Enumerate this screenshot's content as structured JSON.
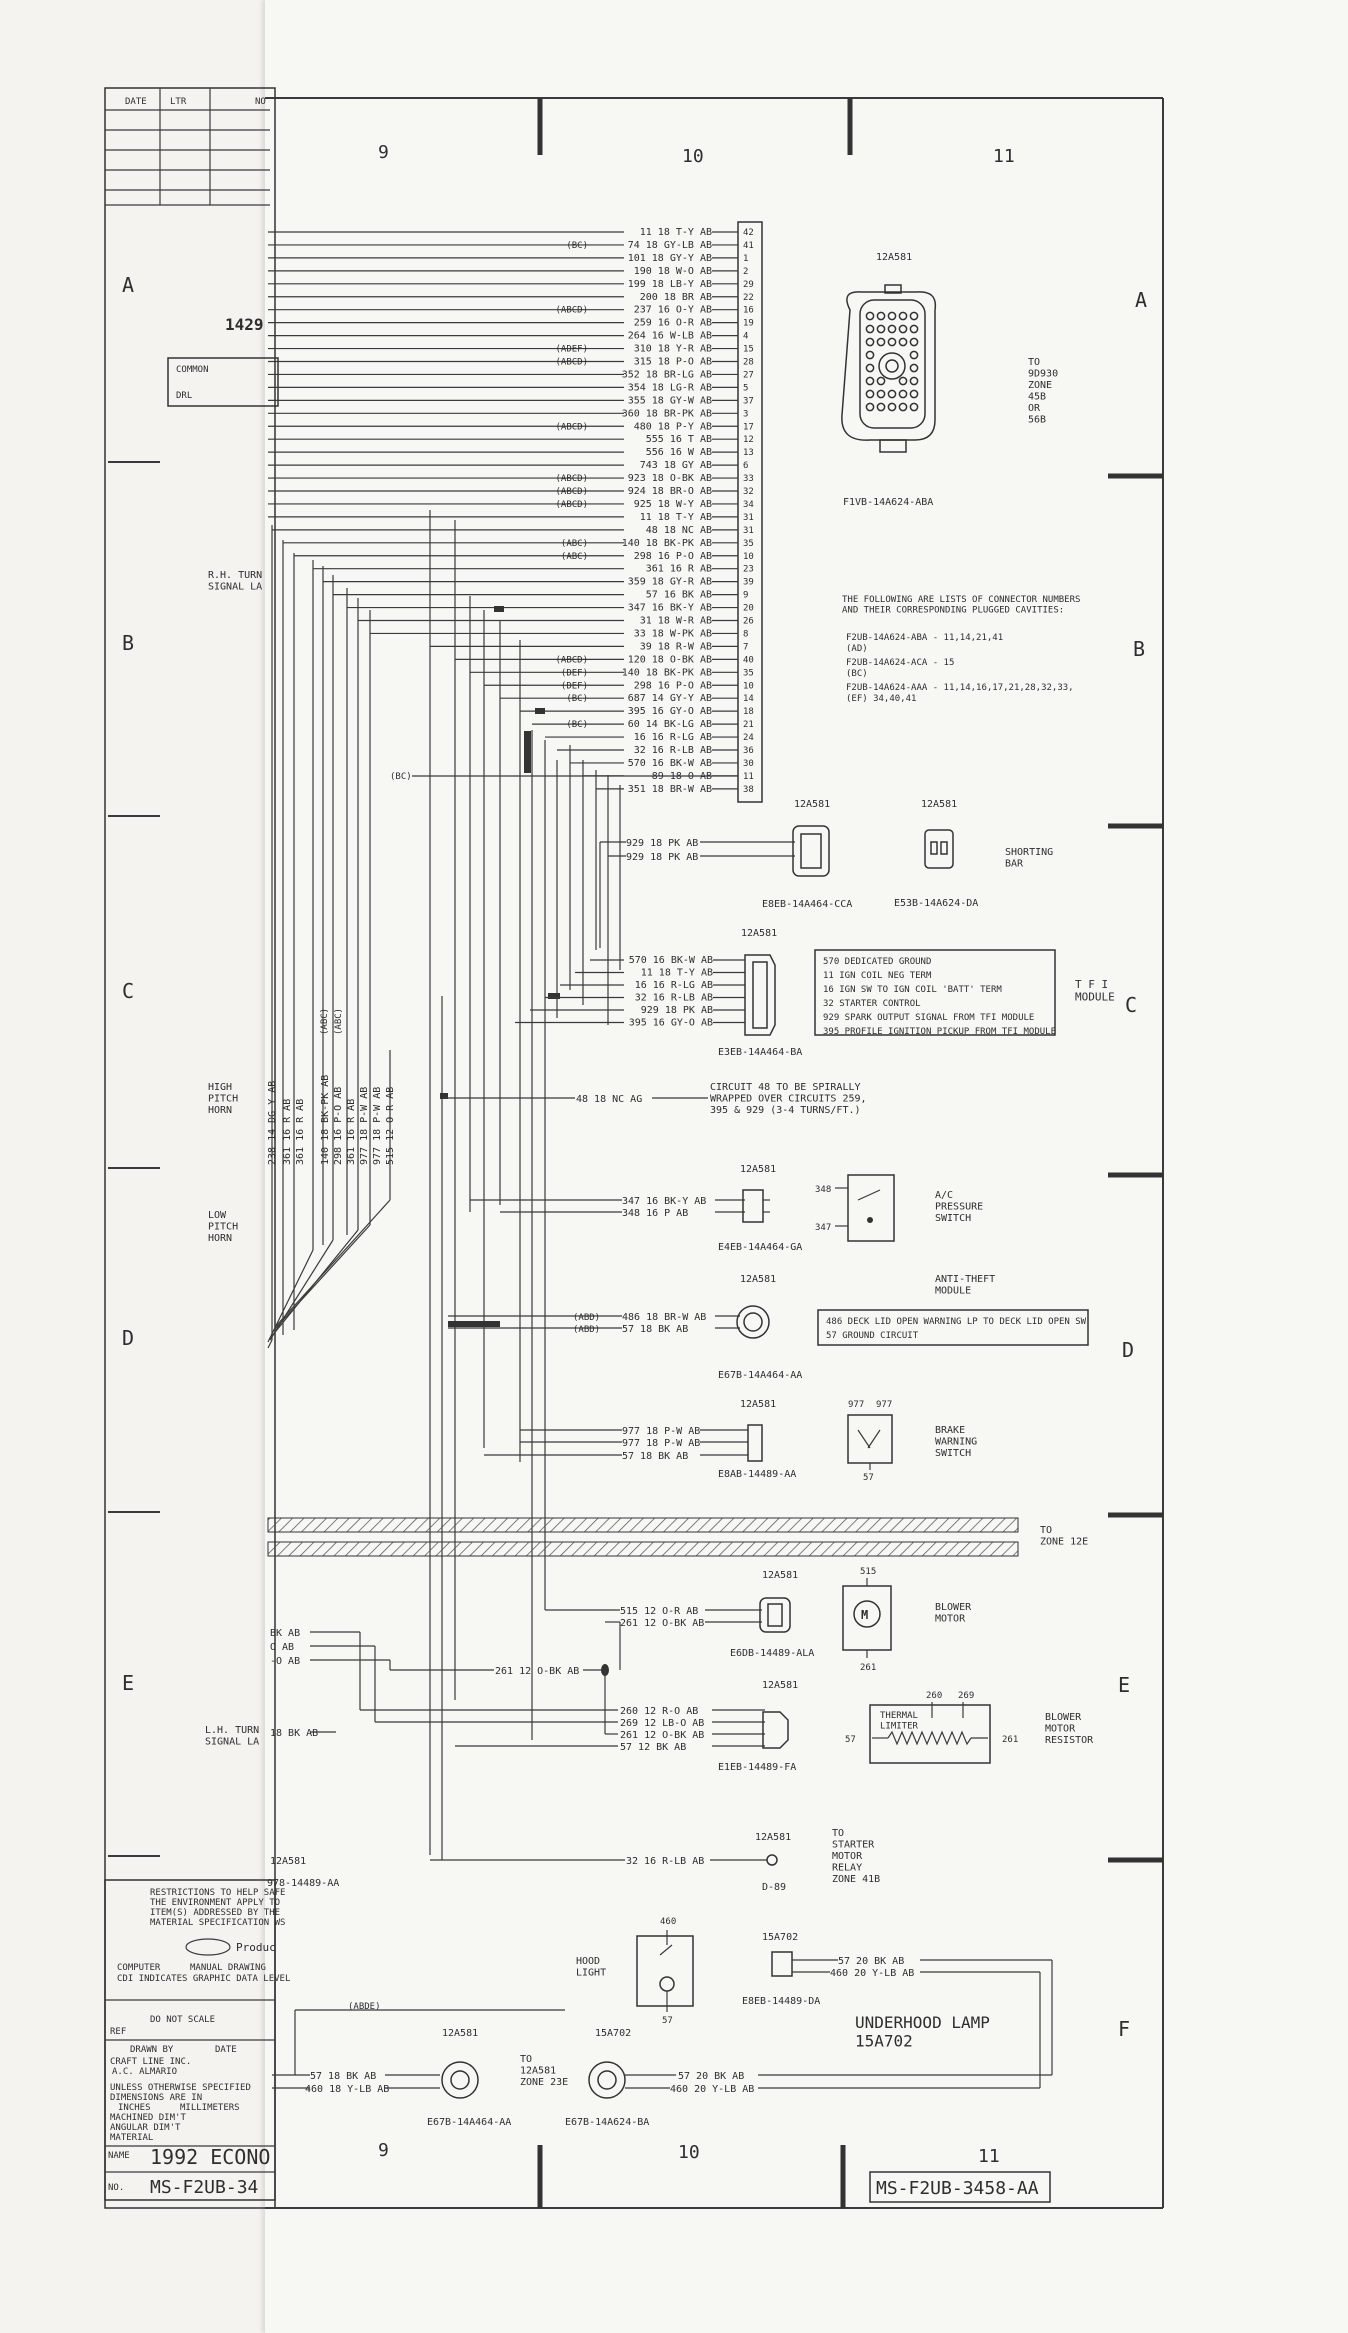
{
  "title_block": {
    "title": "1992 ECONO",
    "doc_number": "MS-F2UB-34",
    "doc_number_full": "MS-F2UB-3458-AA",
    "date_label": "DATE",
    "drawn_by": "DRAWN BY",
    "craft_line": "CRAFT LINE INC.",
    "drafter": "A.C. ALMARIO",
    "do_not_scale": "DO NOT SCALE",
    "ref": "REF",
    "name_label": "NAME",
    "no_label": "NO.",
    "restrictions": [
      "RESTRICTIONS TO HELP SAFE",
      "THE ENVIRONMENT APPLY TO",
      "ITEM(S) ADDRESSED BY THE",
      "MATERIAL SPECIFICATION WS"
    ],
    "legend": [
      "COMPUTER",
      "MANUAL DRAWING",
      "CDI INDICATES GRAPHIC DATA LEVEL"
    ],
    "tolerances": [
      "UNLESS OTHERWISE SPECIFIED",
      "DIMENSIONS ARE IN",
      "INCHES",
      "MILLIMETERS",
      "MACHINED DIM'T",
      "ANGULAR DIM'T",
      "MATERIAL"
    ],
    "product": "Produc",
    "rev_headers": [
      "DATE",
      "LTR",
      "NO"
    ]
  },
  "left_page": {
    "number_429": "1429",
    "common": "COMMON",
    "drl": "DRL",
    "rh_turn": "R.H. TURN\nSIGNAL LA",
    "lh_turn": "L.H. TURN\nSIGNAL LA",
    "high_pitch": "HIGH\nPITCH\nHORN",
    "low_pitch": "LOW\nPITCH\nHORN",
    "conn_12a581": "12A581",
    "conn_part": "978-14489-AA",
    "cut_labels": [
      "BK AB",
      "O AB",
      "-O AB"
    ],
    "lh_wire": "18 BK AB"
  },
  "grid": {
    "columns": [
      "9",
      "10",
      "11"
    ],
    "rows": [
      "A",
      "B",
      "C",
      "D",
      "E",
      "F"
    ]
  },
  "bundle_vertical_labels": [
    "238 14 DG-Y AB",
    "361 16 R AB",
    "361 16 R AB",
    "140 18 BK-PK AB",
    "298 16 P-O AB",
    "361 16 R AB",
    "977 18 P-W AB",
    "977 18 P-W AB",
    "515 12 O-R AB"
  ],
  "vertical_abc": [
    "(ABC)",
    "(ABC)"
  ],
  "main_connector": {
    "wires": [
      {
        "label": "11 18 T-Y AB",
        "pin": "42",
        "tag": ""
      },
      {
        "label": "74 18 GY-LB AB",
        "pin": "41",
        "tag": "(BC)"
      },
      {
        "label": "101 18 GY-Y AB",
        "pin": "1",
        "tag": ""
      },
      {
        "label": "190 18 W-O AB",
        "pin": "2",
        "tag": ""
      },
      {
        "label": "199 18 LB-Y AB",
        "pin": "29",
        "tag": ""
      },
      {
        "label": "200 18 BR AB",
        "pin": "22",
        "tag": ""
      },
      {
        "label": "237 16 O-Y AB",
        "pin": "16",
        "tag": "(ABCD)"
      },
      {
        "label": "259 16 O-R AB",
        "pin": "19",
        "tag": ""
      },
      {
        "label": "264 16 W-LB AB",
        "pin": "4",
        "tag": ""
      },
      {
        "label": "310 18 Y-R AB",
        "pin": "15",
        "tag": "(ADEF)"
      },
      {
        "label": "315 18 P-O AB",
        "pin": "28",
        "tag": "(ABCD)"
      },
      {
        "label": "352 18 BR-LG AB",
        "pin": "27",
        "tag": ""
      },
      {
        "label": "354 18 LG-R AB",
        "pin": "5",
        "tag": ""
      },
      {
        "label": "355 18 GY-W AB",
        "pin": "37",
        "tag": ""
      },
      {
        "label": "360 18 BR-PK AB",
        "pin": "3",
        "tag": ""
      },
      {
        "label": "480 18 P-Y AB",
        "pin": "17",
        "tag": "(ABCD)"
      },
      {
        "label": "555 16 T AB",
        "pin": "12",
        "tag": ""
      },
      {
        "label": "556 16 W AB",
        "pin": "13",
        "tag": ""
      },
      {
        "label": "743 18 GY AB",
        "pin": "6",
        "tag": ""
      },
      {
        "label": "923 18 O-BK AB",
        "pin": "33",
        "tag": "(ABCD)"
      },
      {
        "label": "924 18 BR-O AB",
        "pin": "32",
        "tag": "(ABCD)"
      },
      {
        "label": "925 18 W-Y AB",
        "pin": "34",
        "tag": "(ABCD)"
      },
      {
        "label": "11 18 T-Y AB",
        "pin": "31",
        "tag": ""
      },
      {
        "label": "48 18 NC AB",
        "pin": "31",
        "tag": ""
      },
      {
        "label": "140 18 BK-PK AB",
        "pin": "35",
        "tag": "(ABC)"
      },
      {
        "label": "298 16 P-O AB",
        "pin": "10",
        "tag": "(ABC)"
      },
      {
        "label": "361 16 R AB",
        "pin": "23",
        "tag": ""
      },
      {
        "label": "359 18 GY-R AB",
        "pin": "39",
        "tag": ""
      },
      {
        "label": "57 16 BK AB",
        "pin": "9",
        "tag": ""
      },
      {
        "label": "347 16 BK-Y AB",
        "pin": "20",
        "tag": ""
      },
      {
        "label": "31 18 W-R AB",
        "pin": "26",
        "tag": ""
      },
      {
        "label": "33 18 W-PK AB",
        "pin": "8",
        "tag": ""
      },
      {
        "label": "39 18 R-W AB",
        "pin": "7",
        "tag": ""
      },
      {
        "label": "120 18 O-BK AB",
        "pin": "40",
        "tag": "(ABCD)"
      },
      {
        "label": "140 18 BK-PK AB",
        "pin": "35",
        "tag": "(DEF)"
      },
      {
        "label": "298 16 P-O AB",
        "pin": "10",
        "tag": "(DEF)"
      },
      {
        "label": "687 14 GY-Y AB",
        "pin": "14",
        "tag": "(BC)"
      },
      {
        "label": "395 16 GY-O AB",
        "pin": "18",
        "tag": ""
      },
      {
        "label": "60 14 BK-LG AB",
        "pin": "21",
        "tag": "(BC)"
      },
      {
        "label": "16 16 R-LG AB",
        "pin": "24",
        "tag": ""
      },
      {
        "label": "32 16 R-LB AB",
        "pin": "36",
        "tag": ""
      },
      {
        "label": "570 16 BK-W AB",
        "pin": "30",
        "tag": ""
      },
      {
        "label": "89 18 O AB",
        "pin": "11",
        "tag": ""
      },
      {
        "label": "351 18 BR-W AB",
        "pin": "38",
        "tag": ""
      }
    ],
    "bc_tag": "(BC)"
  },
  "top_connector": {
    "label": "12A581",
    "part": "F1VB-14A624-ABA",
    "to_text": "TO\n9D930\nZONE\n45B\nOR\n56B"
  },
  "notes": {
    "header": "THE FOLLOWING ARE LISTS OF CONNECTOR NUMBERS\nAND THEIR CORRESPONDING PLUGGED CAVITIES:",
    "lines": [
      "F2UB-14A624-ABA - 11,14,21,41",
      "(AD)",
      "F2UB-14A624-ACA - 15",
      "(BC)",
      "F2UB-14A624-AAA - 11,14,16,17,21,28,32,33,",
      "(EF)                34,40,41"
    ]
  },
  "conn_929": {
    "label": "12A581",
    "part": "E8EB-14A464-CCA",
    "wires": [
      "929 18 PK AB",
      "929 18 PK AB"
    ]
  },
  "shorting_bar": {
    "label": "12A581",
    "part": "E53B-14A624-DA",
    "name": "SHORTING\nBAR"
  },
  "tfi": {
    "label": "12A581",
    "part": "E3EB-14A464-BA",
    "wires": [
      "570 16 BK-W AB",
      "11 18 T-Y AB",
      "16 16 R-LG AB",
      "32 16 R-LB AB",
      "929 18 PK AB",
      "395 16 GY-O AB"
    ],
    "table": [
      "570  DEDICATED GROUND",
      "11   IGN COIL NEG TERM",
      "16   IGN SW TO IGN COIL 'BATT' TERM",
      "32   STARTER CONTROL",
      "929  SPARK OUTPUT SIGNAL FROM TFI MODULE",
      "395  PROFILE IGNITION PICKUP FROM TFI MODULE"
    ],
    "name": "T F I\nMODULE"
  },
  "spiral": {
    "wire": "48 18 NC AG",
    "note": "CIRCUIT 48 TO BE SPIRALLY\nWRAPPED OVER CIRCUITS 259,\n395 & 929  (3-4 TURNS/FT.)"
  },
  "ac": {
    "label": "12A581",
    "part": "E4EB-14A464-GA",
    "wires": [
      "347 16 BK-Y AB",
      "348 16 P AB"
    ],
    "pins": [
      "348",
      "347"
    ],
    "name": "A/C\nPRESSURE\nSWITCH"
  },
  "antitheft": {
    "label": "12A581",
    "part": "E67B-14A464-AA",
    "wires": [
      "486 18 BR-W AB",
      "57 18 BK AB"
    ],
    "tags": [
      "(ABD)",
      "(ABD)"
    ],
    "name": "ANTI-THEFT\nMODULE",
    "table": [
      "486  DECK LID OPEN WARNING LP TO DECK LID OPEN SW",
      "57   GROUND CIRCUIT"
    ]
  },
  "brake": {
    "label": "12A581",
    "part": "E8AB-14489-AA",
    "wires": [
      "977 18 P-W AB",
      "977 18 P-W AB",
      "57 18 BK AB"
    ],
    "pins": [
      "977",
      "977",
      "57"
    ],
    "name": "BRAKE\nWARNING\nSWITCH"
  },
  "zone12e": "TO\nZONE 12E",
  "blower_motor": {
    "label": "12A581",
    "part": "E6DB-14489-ALA",
    "wires": [
      "515 12 O-R AB",
      "261 12 O-BK AB"
    ],
    "pins": [
      "515",
      "261"
    ],
    "symbol": "M",
    "name": "BLOWER\nMOTOR"
  },
  "splice_wire": "261 12 O-BK AB",
  "blower_resistor": {
    "label": "12A581",
    "part": "E1EB-14489-FA",
    "wires": [
      "260 12 R-O AB",
      "269 12 LB-O AB",
      "261 12 O-BK AB",
      "57 12 BK AB"
    ],
    "pins": [
      "260",
      "269",
      "57",
      "261"
    ],
    "limiter": "THERMAL\nLIMITER",
    "name": "BLOWER\nMOTOR\nRESISTOR"
  },
  "starter": {
    "label": "12A581",
    "part": "D-89",
    "wire": "32 16 R-LB AB",
    "name": "TO\nSTARTER\nMOTOR\nRELAY\nZONE 41B"
  },
  "hood_light": {
    "name": "HOOD\nLIGHT",
    "pins": [
      "460",
      "57"
    ]
  },
  "conn_15a702_top": {
    "label": "15A702",
    "part": "E8EB-14489-DA",
    "wires": [
      "57 20 BK AB",
      "460 20 Y-LB AB"
    ]
  },
  "underhood": "UNDERHOOD LAMP\n15A702",
  "bottom_left_conn": {
    "label": "12A581",
    "part": "E67B-14A464-AA",
    "wires": [
      "57 18 BK AB",
      "460 18 Y-LB AB"
    ],
    "tag": "(ABDE)"
  },
  "zone23e": "TO\n12A581\nZONE 23E",
  "bottom_mid_conn": {
    "label": "15A702",
    "part": "E67B-14A624-BA",
    "wires": [
      "57 20 BK AB",
      "460 20 Y-LB AB"
    ]
  }
}
